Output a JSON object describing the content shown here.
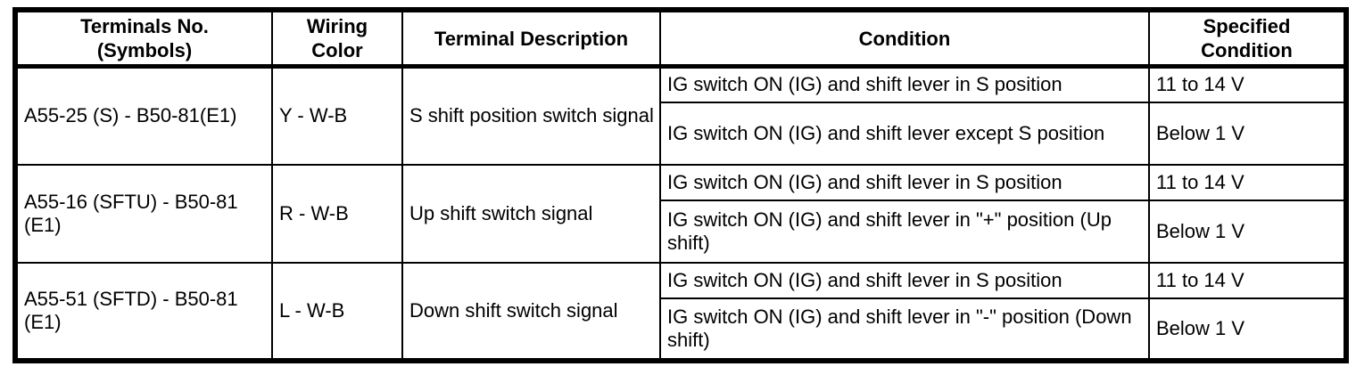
{
  "table": {
    "headers": {
      "terminals": "Terminals No.\n(Symbols)",
      "wiring": "Wiring\nColor",
      "description": "Terminal Description",
      "condition": "Condition",
      "specified": "Specified\nCondition"
    },
    "rows": [
      {
        "terminals": "A55-25 (S) - B50-81(E1)",
        "wiring": "Y - W-B",
        "description": "S shift position switch signal",
        "conditions": [
          {
            "condition": "IG switch ON (IG) and shift lever in S position",
            "specified": "11 to 14 V"
          },
          {
            "condition": "IG switch ON (IG) and shift lever except S position",
            "specified": "Below 1 V"
          }
        ]
      },
      {
        "terminals": "A55-16 (SFTU) - B50-81 (E1)",
        "wiring": "R - W-B",
        "description": "Up shift switch signal",
        "conditions": [
          {
            "condition": "IG switch ON (IG) and shift lever in S position",
            "specified": "11 to 14 V"
          },
          {
            "condition": "IG switch ON (IG) and shift lever in \"+\" position (Up shift)",
            "specified": "Below 1 V"
          }
        ]
      },
      {
        "terminals": "A55-51 (SFTD) - B50-81 (E1)",
        "wiring": "L - W-B",
        "description": "Down shift switch signal",
        "conditions": [
          {
            "condition": "IG switch ON (IG) and shift lever in S position",
            "specified": "11 to 14 V"
          },
          {
            "condition": "IG switch ON (IG) and shift lever in \"-\" position (Down shift)",
            "specified": "Below 1 V"
          }
        ]
      }
    ],
    "colors": {
      "border": "#000000",
      "text": "#000000",
      "background": "#ffffff"
    }
  }
}
